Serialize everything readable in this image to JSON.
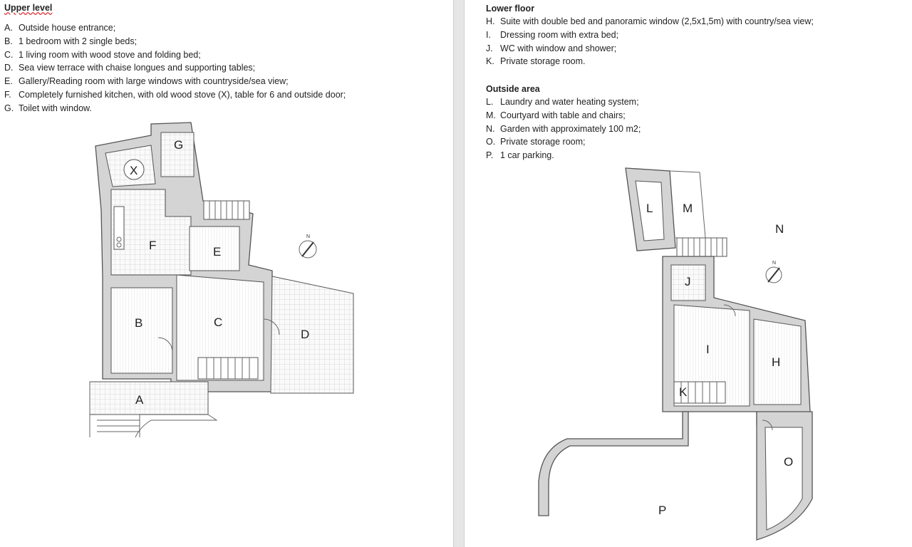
{
  "upper": {
    "heading": "Upper level",
    "items": [
      {
        "letter": "A.",
        "text": "Outside house entrance;"
      },
      {
        "letter": "B.",
        "text": "1 bedroom with 2 single beds;"
      },
      {
        "letter": "C.",
        "text": "1 living room with wood stove and folding bed;"
      },
      {
        "letter": "D.",
        "text": "Sea view terrace with chaise longues and supporting tables;"
      },
      {
        "letter": "E.",
        "text": "Gallery/Reading room with large windows with countryside/sea view;"
      },
      {
        "letter": "F.",
        "text": "Completely furnished kitchen, with old wood stove (X), table for 6 and outside door;"
      },
      {
        "letter": "G.",
        "text": "Toilet with window."
      }
    ],
    "plan_labels": {
      "A": "A",
      "B": "B",
      "C": "C",
      "D": "D",
      "E": "E",
      "F": "F",
      "G": "G",
      "X": "X",
      "north": "N"
    }
  },
  "lower": {
    "heading": "Lower floor",
    "items": [
      {
        "letter": "H.",
        "text": "Suite with double bed and panoramic window (2,5x1,5m) with country/sea view;"
      },
      {
        "letter": "I.",
        "text": "Dressing room with extra bed;"
      },
      {
        "letter": "J.",
        "text": "WC with window and shower;"
      },
      {
        "letter": "K.",
        "text": "Private storage room."
      }
    ]
  },
  "outside": {
    "heading": "Outside area",
    "items": [
      {
        "letter": "L.",
        "text": "Laundry and water heating system;"
      },
      {
        "letter": "M.",
        "text": "Courtyard with table and chairs;"
      },
      {
        "letter": "N.",
        "text": "Garden with approximately 100 m2;"
      },
      {
        "letter": "O.",
        "text": "Private storage room;"
      },
      {
        "letter": "P.",
        "text": "1 car parking."
      }
    ],
    "plan_labels": {
      "H": "H",
      "I": "I",
      "J": "J",
      "K": "K",
      "L": "L",
      "M": "M",
      "N": "N",
      "O": "O",
      "P": "P",
      "north": "N"
    }
  }
}
